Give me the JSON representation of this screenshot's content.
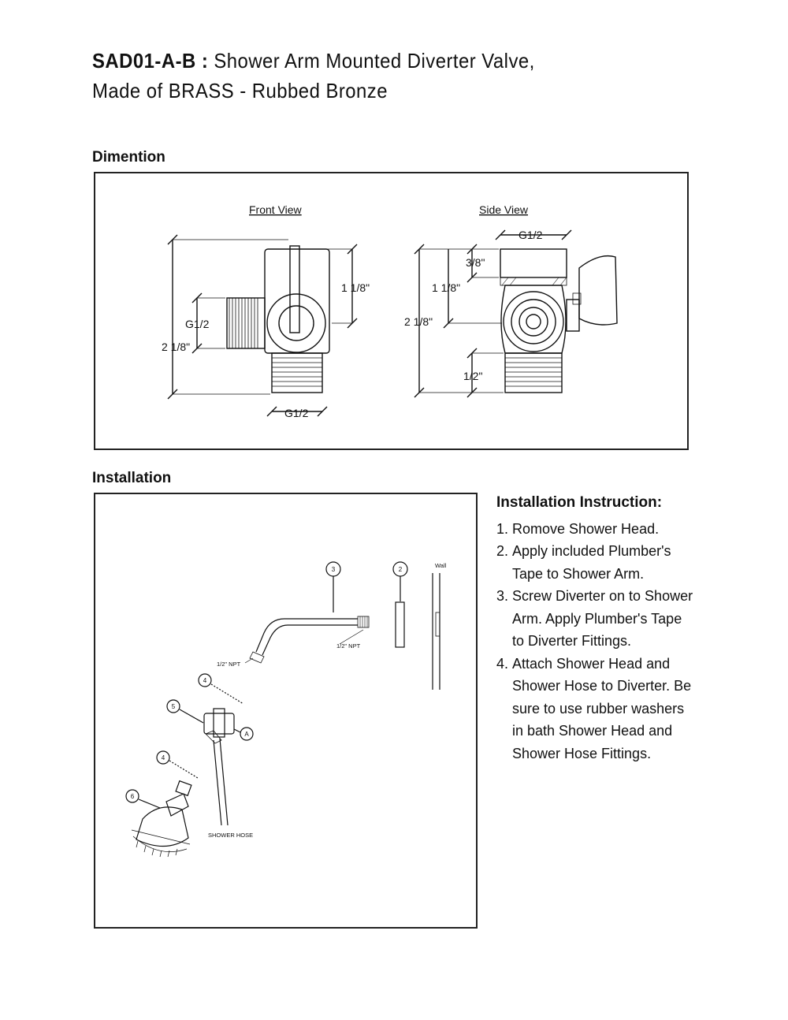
{
  "header": {
    "model": "SAD01-A-B",
    "separator": " : ",
    "line1_rest": "Shower Arm Mounted Diverter Valve,",
    "line2": "Made of BRASS - Rubbed Bronze"
  },
  "dimension_section": {
    "heading": "Dimention",
    "front_view_label": "Front View",
    "side_view_label": "Side View",
    "front_dims": {
      "height_top": "1 1/8\"",
      "thread_side": "G1/2",
      "overall": "2 1/8\"",
      "thread_bottom": "G1/2"
    },
    "side_dims": {
      "thread_top": "G1/2",
      "top_depth": "3/8\"",
      "upper": "1 1/8\"",
      "overall": "2 1/8\"",
      "bottom": "1/2\""
    }
  },
  "installation_section": {
    "heading": "Installation",
    "diagram_labels": {
      "callout_3": "3",
      "callout_2": "2",
      "wall": "Wall",
      "npt_right": "1/2\" NPT",
      "npt_left": "1/2\" NPT",
      "callout_4a": "4",
      "callout_5": "5",
      "callout_a": "A",
      "callout_4b": "4",
      "callout_6": "6",
      "shower_hose": "SHOWER HOSE"
    },
    "instructions": {
      "title": "Installation Instruction:",
      "steps": [
        {
          "n": "1.",
          "text": "Romove Shower Head."
        },
        {
          "n": "2.",
          "text": "Apply included Plumber's Tape to Shower Arm."
        },
        {
          "n": "3.",
          "text": "Screw Diverter on to Shower Arm. Apply Plumber's Tape to Diverter Fittings."
        },
        {
          "n": "4.",
          "text": "Attach Shower Head and Shower Hose to Diverter. Be sure to use rubber washers in bath Shower Head and Shower Hose Fittings."
        }
      ]
    }
  }
}
